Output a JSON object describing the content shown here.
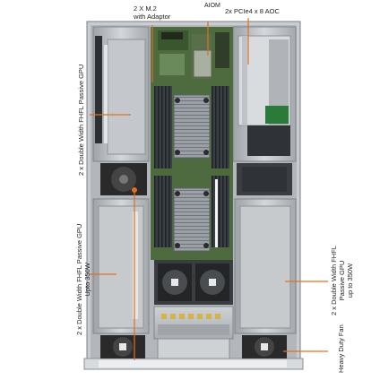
{
  "labels": {
    "m2_line1": "2 X M.2",
    "m2_line2": "with Adaptor",
    "aiom": "AIOM",
    "pcie": "2x PCIe4 x 8 AOC",
    "gpu_top_left": "2 x Double Width FHFL Passive GPU",
    "gpu_mid_left_line1": "2 x Double Width FHFL Passive GPU",
    "gpu_mid_left_line2": "Upto 350W",
    "gpu_right_line1": "2 x Double Width FHFL",
    "gpu_right_line2": "Passive GPU",
    "gpu_right_line3": "up to 350W",
    "fan": "Heavy Duty Fan"
  },
  "colors": {
    "leader_line": "#e07020",
    "chassis_metal": "#b8bcc0",
    "board_green": "#4d6b3f",
    "heatsink": "#8a8f94",
    "fan_dark": "#2a2a2a"
  }
}
